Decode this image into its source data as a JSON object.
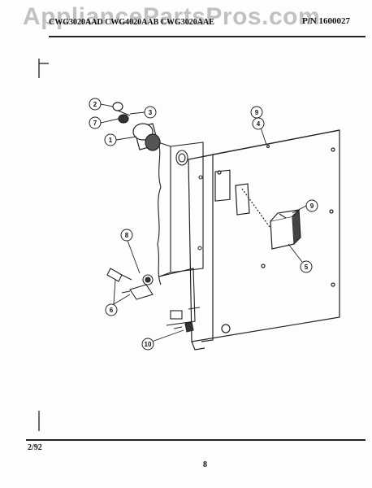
{
  "watermark": "AppliancePartsPros.com",
  "header": {
    "model_text": "CWG3020AAD CWG4020AAB CWG3020AAE",
    "part_number": "P/N 1600027"
  },
  "callouts": [
    "1",
    "2",
    "3",
    "4",
    "5",
    "6",
    "7",
    "8",
    "9",
    "9",
    "10"
  ],
  "footer": {
    "date": "2/92",
    "page_number": "8"
  }
}
